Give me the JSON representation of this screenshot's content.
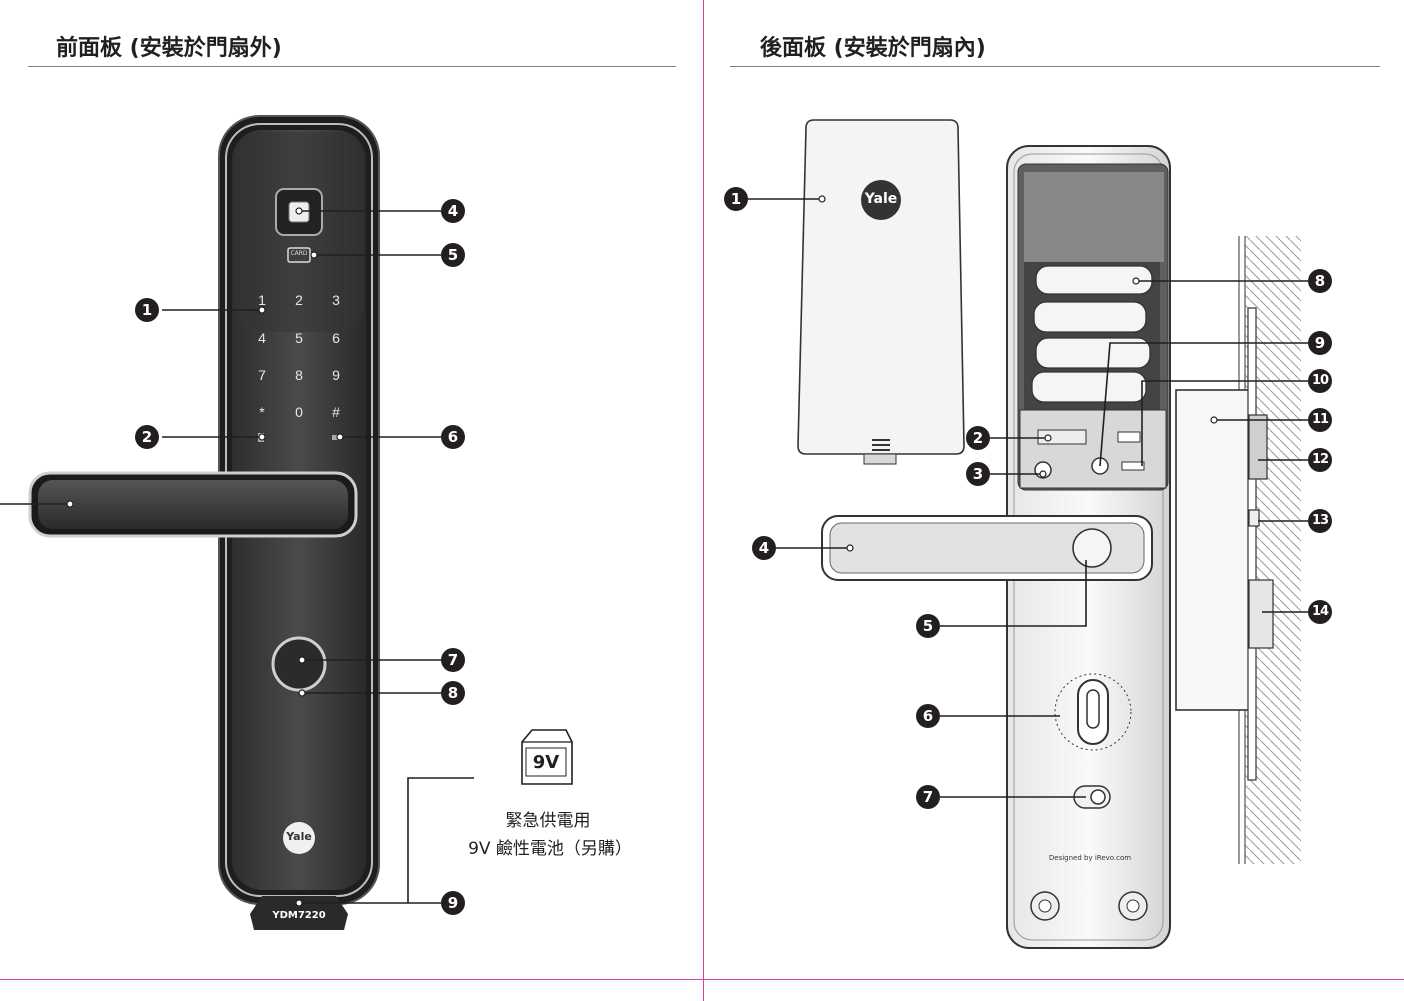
{
  "front": {
    "title": "前面板 (安裝於門扇外)",
    "keypad": [
      "1",
      "2",
      "3",
      "4",
      "5",
      "6",
      "7",
      "8",
      "9",
      "*",
      "0",
      "#"
    ],
    "card_label": "CARD",
    "brand": "Yale",
    "model": "YDM7220",
    "battery_label": "9V",
    "battery_note_line1": "緊急供電用",
    "battery_note_line2": "9V 鹼性電池（另購）",
    "callouts": [
      "1",
      "2",
      "4",
      "5",
      "6",
      "7",
      "8",
      "9"
    ]
  },
  "back": {
    "title": "後面板 (安裝於門扇內)",
    "brand": "Yale",
    "designed_by": "Designed by iRevo.com",
    "callouts": [
      "1",
      "2",
      "3",
      "4",
      "5",
      "6",
      "7",
      "8",
      "9",
      "10",
      "11",
      "12",
      "13",
      "14"
    ]
  },
  "colors": {
    "divider": "#e0409a",
    "lock_dark": "#3a3a3a",
    "callout": "#231f20"
  }
}
